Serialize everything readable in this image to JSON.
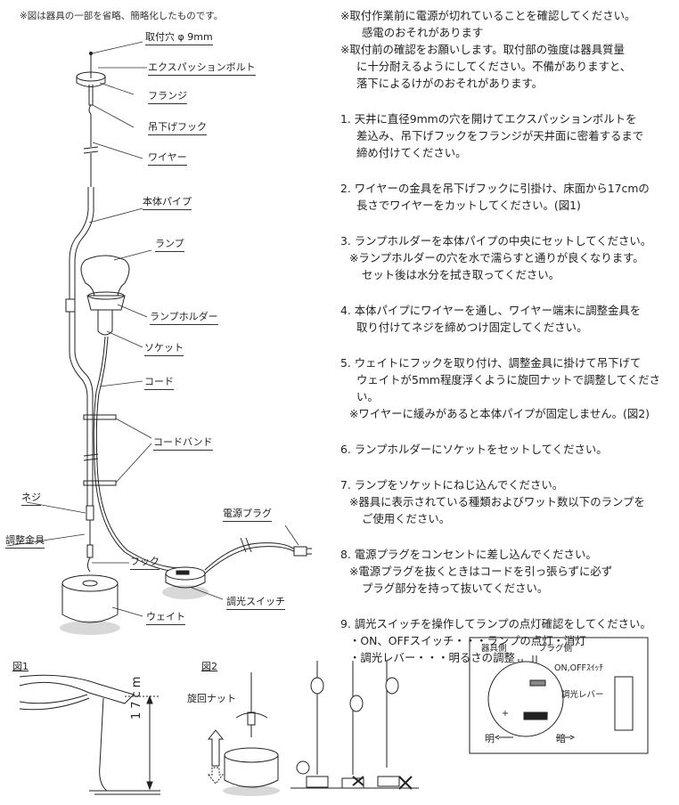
{
  "header_note": "※図は器具の一部を省略、簡略化したものです。",
  "labels": {
    "mount_hole": "取付穴 φ 9mm",
    "expansion_bolt": "エクスパッションボルト",
    "flange": "フランジ",
    "hook_ceiling": "吊下げフック",
    "wire": "ワイヤー",
    "body_pipe": "本体パイプ",
    "lamp": "ランプ",
    "lamp_holder": "ランプホルダー",
    "socket": "ソケット",
    "cord": "コード",
    "cord_band": "コードバンド",
    "screw": "ネジ",
    "adjuster": "調整金具",
    "hook": "フック",
    "weight": "ウェイト",
    "power_plug": "電源プラグ",
    "dimmer_switch": "調光スイッチ"
  },
  "warnings": [
    "※取付作業前に電源が切れていることを確認してください。",
    "感電のおそれがあります",
    "※取付前の確認をお願いします。取付部の強度は器具質量",
    "に十分耐えるようにしてください。不備がありますと、",
    "落下によるけがのおそれがあります。"
  ],
  "steps": [
    {
      "lines": [
        "1. 天井に直径9mmの穴を開けてエクスパッションボルトを",
        "差込み、吊下げフックをフランジが天井面に密着するまで",
        "締め付けてください。"
      ]
    },
    {
      "lines": [
        "2. ワイヤーの金具を吊下げフックに引掛け、床面から17cmの",
        "長さでワイヤーをカットしてください。(図1)"
      ]
    },
    {
      "lines": [
        "3. ランプホルダーを本体パイプの中央にセットしてください。",
        "※ランプホルダーの穴を水で濡らすと通りが良くなります。",
        "セット後は水分を拭き取ってください。"
      ]
    },
    {
      "lines": [
        "4. 本体パイプにワイヤーを通し、ワイヤー端末に調整金具を",
        "取り付けてネジを締めつけ固定してください。"
      ]
    },
    {
      "lines": [
        "5. ウェイトにフックを取り付け、調整金具に掛けて吊下げて",
        "ウェイトが5mm程度浮くように旋回ナットで調整してください。",
        "※ワイヤーに緩みがあると本体パイプが固定しません。(図2)"
      ]
    },
    {
      "lines": [
        "6. ランプホルダーにソケットをセットしてください。"
      ]
    },
    {
      "lines": [
        "7. ランプをソケットにねじ込んでください。",
        "※器具に表示されている種類およびワット数以下のランプを",
        "ご使用ください。"
      ]
    },
    {
      "lines": [
        "8. 電源プラグをコンセントに差し込んでください。",
        "※電源プラグを抜くときはコードを引っ張らずに必ず",
        "プラグ部分を持って抜いてください。"
      ]
    },
    {
      "lines": [
        "9. 調光スイッチを操作してランプの点灯確認をしてください。",
        "・ON、OFFスイッチ・・・ランプの点灯・消灯",
        "・調光レバー・・・明るさの調整"
      ]
    }
  ],
  "fig1": {
    "title": "図1",
    "height_label": "17cm"
  },
  "fig2": {
    "title": "図2",
    "nut_label": "旋回ナット"
  },
  "switch_diagram": {
    "fixture_side": "器具側",
    "plug_side": "プラグ側",
    "onoff": "ON,OFFｽｲｯﾁ",
    "dimmer_lever": "調光レバー",
    "bright": "明",
    "dark": "暗",
    "plus": "+",
    "minus": "-"
  },
  "colors": {
    "ink": "#222222",
    "shadow": "#d8d8d8",
    "label_line": "#333333"
  }
}
